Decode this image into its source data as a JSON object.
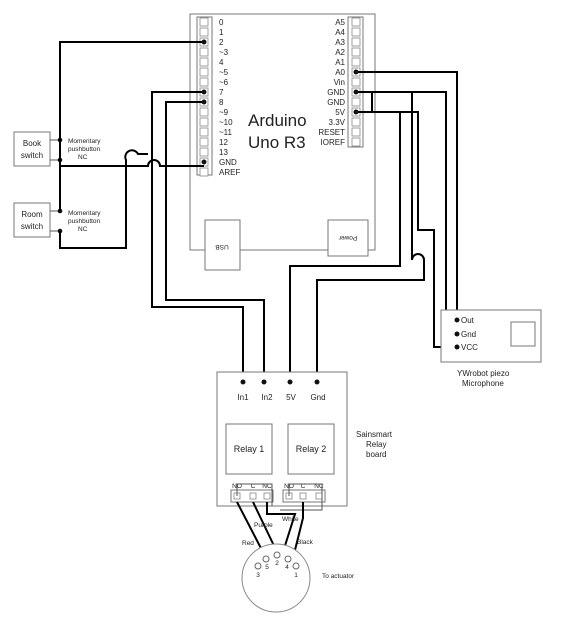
{
  "arduino": {
    "name_line1": "Arduino",
    "name_line2": "Uno R3",
    "left_pins": [
      "0",
      "1",
      "2",
      "~3",
      "4",
      "~5",
      "~6",
      "7",
      "8",
      "~9",
      "~10",
      "~11",
      "12",
      "13",
      "GND",
      "AREF"
    ],
    "right_pins": [
      "A5",
      "A4",
      "A3",
      "A2",
      "A1",
      "A0",
      "Vin",
      "GND",
      "GND",
      "5V",
      "3.3V",
      "RESET",
      "IOREF"
    ],
    "usb_label": "USB",
    "power_label": "Power"
  },
  "switches": {
    "book": {
      "line1": "Book",
      "line2": "switch"
    },
    "room": {
      "line1": "Room",
      "line2": "switch"
    },
    "pushbutton_line1": "Momentary",
    "pushbutton_line2": "pushbutton",
    "pushbutton_line3": "NC"
  },
  "relay_board": {
    "inputs": [
      "In1",
      "In2",
      "5V",
      "Gnd"
    ],
    "relay1": "Relay 1",
    "relay2": "Relay 2",
    "label_line1": "Sainsmart",
    "label_line2": "Relay",
    "label_line3": "board",
    "terminals": [
      "NO",
      "C",
      "NC",
      "NO",
      "C",
      "NC"
    ]
  },
  "microphone": {
    "pins": [
      "Out",
      "Gnd",
      "VCC"
    ],
    "label_line1": "YWrobot piezo",
    "label_line2": "Microphone"
  },
  "wires": {
    "red": "Red",
    "purple": "Purple",
    "white": "White",
    "black": "Black"
  },
  "actuator": {
    "pins": [
      "3",
      "5",
      "2",
      "4",
      "1"
    ],
    "label": "To actuator"
  }
}
